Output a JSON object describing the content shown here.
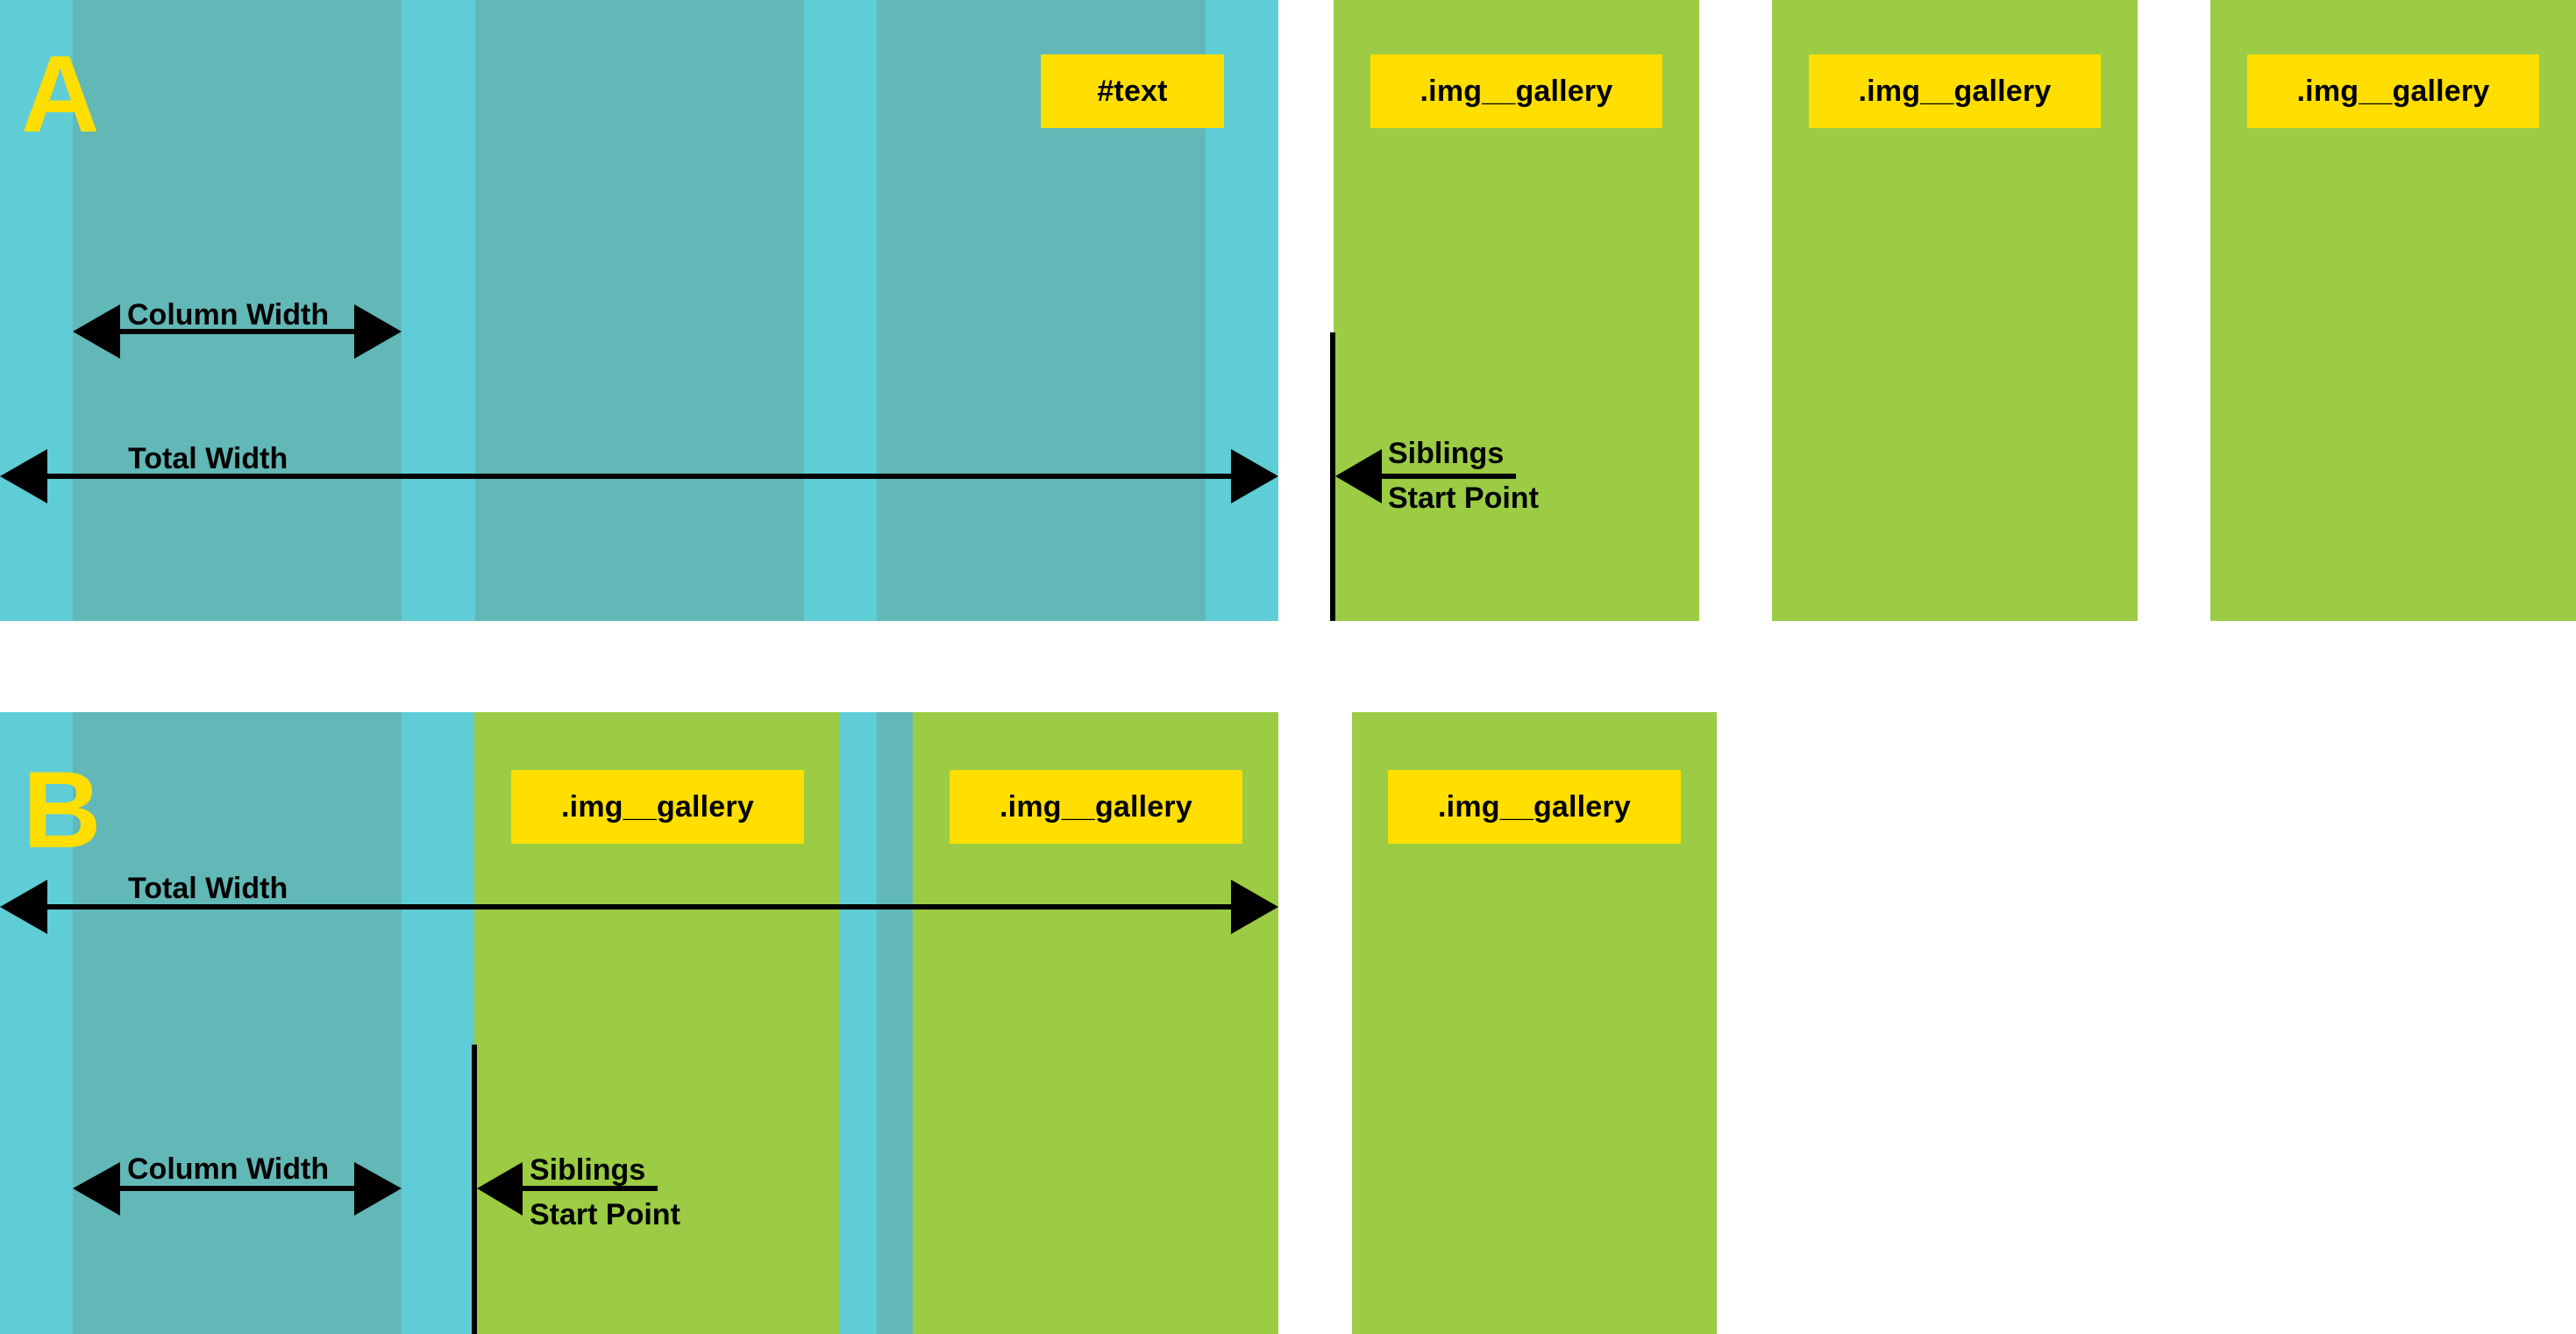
{
  "colors": {
    "container": "#5fcdd6",
    "column": "#61b8b6",
    "gallery": "#9bcc44",
    "tag": "#ffde00",
    "arrow": "#000000"
  },
  "section_a": {
    "letter": "A",
    "text_tag": "#text",
    "gallery_tags": [
      ".img__gallery",
      ".img__gallery",
      ".img__gallery"
    ],
    "column_width_label": "Column Width",
    "total_width_label": "Total Width",
    "siblings_label_line1": "Siblings",
    "siblings_label_line2": "Start Point"
  },
  "section_b": {
    "letter": "B",
    "gallery_tags": [
      ".img__gallery",
      ".img__gallery",
      ".img__gallery"
    ],
    "column_width_label": "Column Width",
    "total_width_label": "Total Width",
    "siblings_label_line1": "Siblings",
    "siblings_label_line2": "Start Point"
  }
}
